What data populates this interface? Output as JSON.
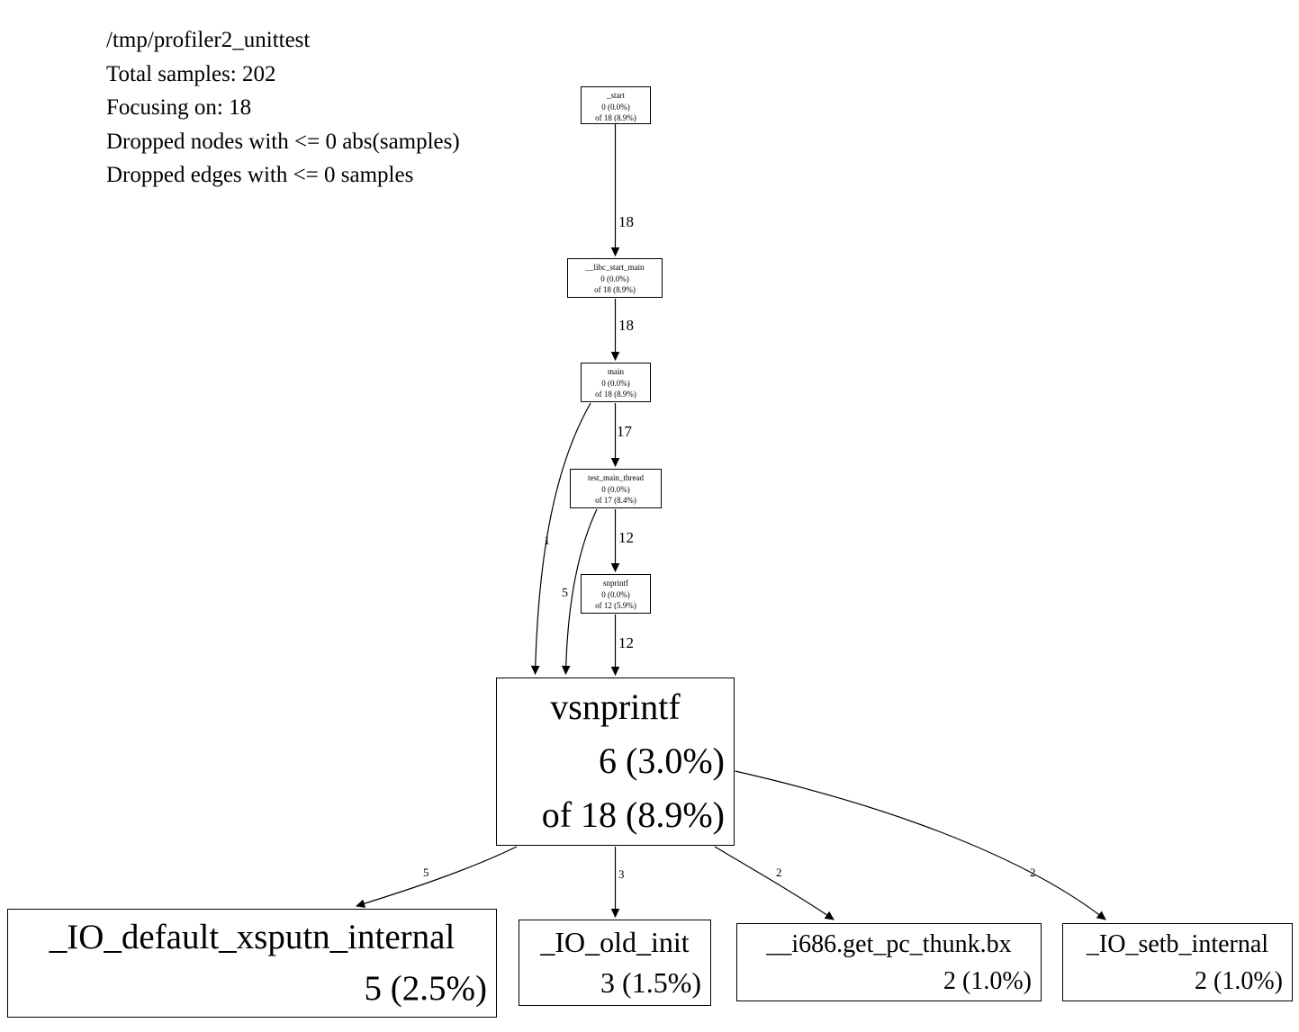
{
  "header": {
    "lines": [
      "/tmp/profiler2_unittest",
      "Total samples: 202",
      "Focusing on: 18",
      "Dropped nodes with <= 0 abs(samples)",
      "Dropped edges with <= 0 samples"
    ]
  },
  "nodes": {
    "start": {
      "name": "_start",
      "self": "0 (0.0%)",
      "total": "of 18 (8.9%)"
    },
    "libc_start_main": {
      "name": "__libc_start_main",
      "self": "0 (0.0%)",
      "total": "of 18 (8.9%)"
    },
    "main": {
      "name": "main",
      "self": "0 (0.0%)",
      "total": "of 18 (8.9%)"
    },
    "test_main_thread": {
      "name": "test_main_thread",
      "self": "0 (0.0%)",
      "total": "of 17 (8.4%)"
    },
    "snprintf": {
      "name": "snprintf",
      "self": "0 (0.0%)",
      "total": "of 12 (5.9%)"
    },
    "vsnprintf": {
      "name": "vsnprintf",
      "self": "6 (3.0%)",
      "total": "of 18 (8.9%)"
    },
    "io_default_xsputn": {
      "name": "_IO_default_xsputn_internal",
      "self": "5 (2.5%)"
    },
    "io_old_init": {
      "name": "_IO_old_init",
      "self": "3 (1.5%)"
    },
    "i686_get_pc_thunk": {
      "name": "__i686.get_pc_thunk.bx",
      "self": "2 (1.0%)"
    },
    "io_setb": {
      "name": "_IO_setb_internal",
      "self": "2 (1.0%)"
    }
  },
  "edges": {
    "start_libc": "18",
    "libc_main": "18",
    "main_test": "17",
    "test_snprintf": "12",
    "snprintf_vsnprintf": "12",
    "main_vsnprintf": "1",
    "test_vsnprintf": "5",
    "vsnprintf_xsputn": "5",
    "vsnprintf_old_init": "3",
    "vsnprintf_thunk": "2",
    "vsnprintf_setb": "2"
  }
}
